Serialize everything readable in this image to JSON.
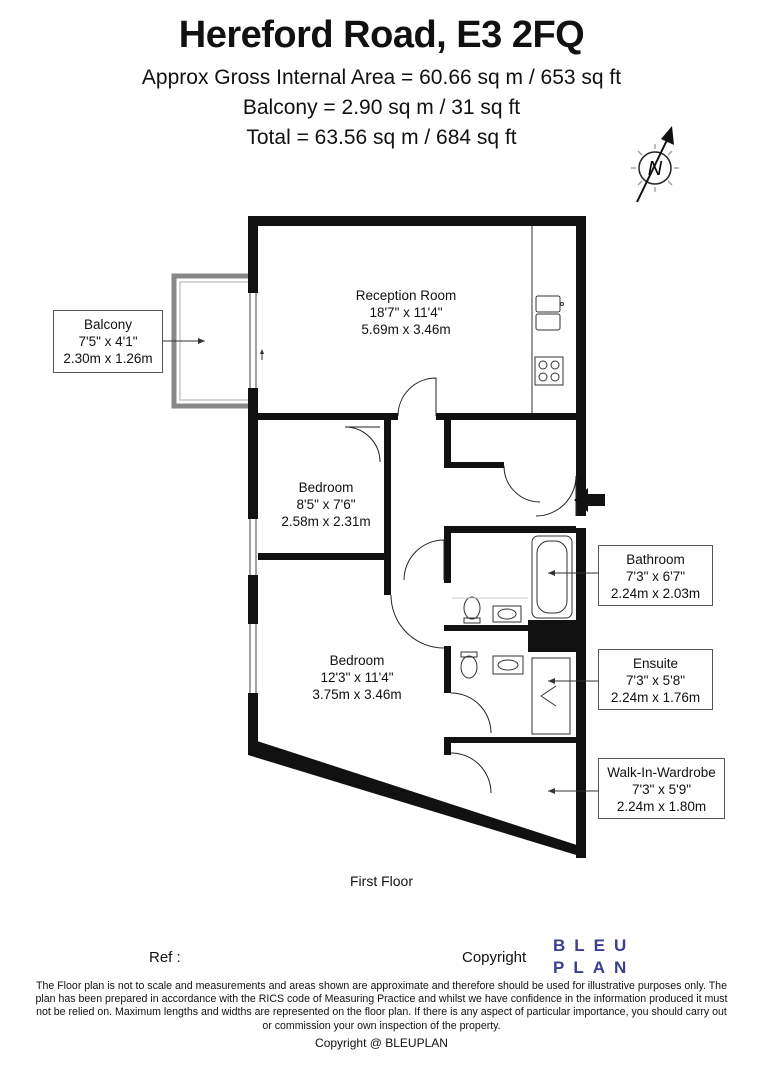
{
  "header": {
    "title": "Hereford Road, E3 2FQ",
    "gross_area": "Approx Gross Internal Area = 60.66 sq m / 653 sq ft",
    "balcony_area": "Balcony = 2.90 sq m / 31 sq ft",
    "total_area": "Total = 63.56 sq m / 684 sq ft"
  },
  "compass": {
    "label": "N"
  },
  "rooms": {
    "reception": {
      "name": "Reception Room",
      "imperial": "18'7\" x 11'4\"",
      "metric": "5.69m x 3.46m"
    },
    "bedroom1": {
      "name": "Bedroom",
      "imperial": "8'5\" x 7'6\"",
      "metric": "2.58m x 2.31m"
    },
    "bedroom2": {
      "name": "Bedroom",
      "imperial": "12'3\" x 11'4\"",
      "metric": "3.75m x 3.46m"
    },
    "balcony": {
      "name": "Balcony",
      "imperial": "7'5\" x 4'1\"",
      "metric": "2.30m x 1.26m"
    },
    "bathroom": {
      "name": "Bathroom",
      "imperial": "7'3\" x 6'7\"",
      "metric": "2.24m x 2.03m"
    },
    "ensuite": {
      "name": "Ensuite",
      "imperial": "7'3\" x 5'8\"",
      "metric": "2.24m x 1.76m"
    },
    "wardrobe": {
      "name": "Walk-In-Wardrobe",
      "imperial": "7'3\" x 5'9\"",
      "metric": "2.24m x 1.80m"
    }
  },
  "floor_label": "First Floor",
  "footer": {
    "ref": "Ref  :",
    "copyright": "Copyright",
    "brand_line1": "BLEU",
    "brand_line2": "PLAN",
    "disclaimer": "The Floor plan is not to scale and measurements and areas shown are approximate and therefore should be used for illustrative purposes only. The plan has been prepared in accordance with the RICS code of Measuring Practice and whilst we have confidence in the information produced it must not be relied on. Maximum lengths and widths are represented on the floor plan. If there is any aspect of particular importance, you should carry out or commission your own inspection of the property.",
    "copyright_footer": "Copyright @ BLEUPLAN"
  }
}
